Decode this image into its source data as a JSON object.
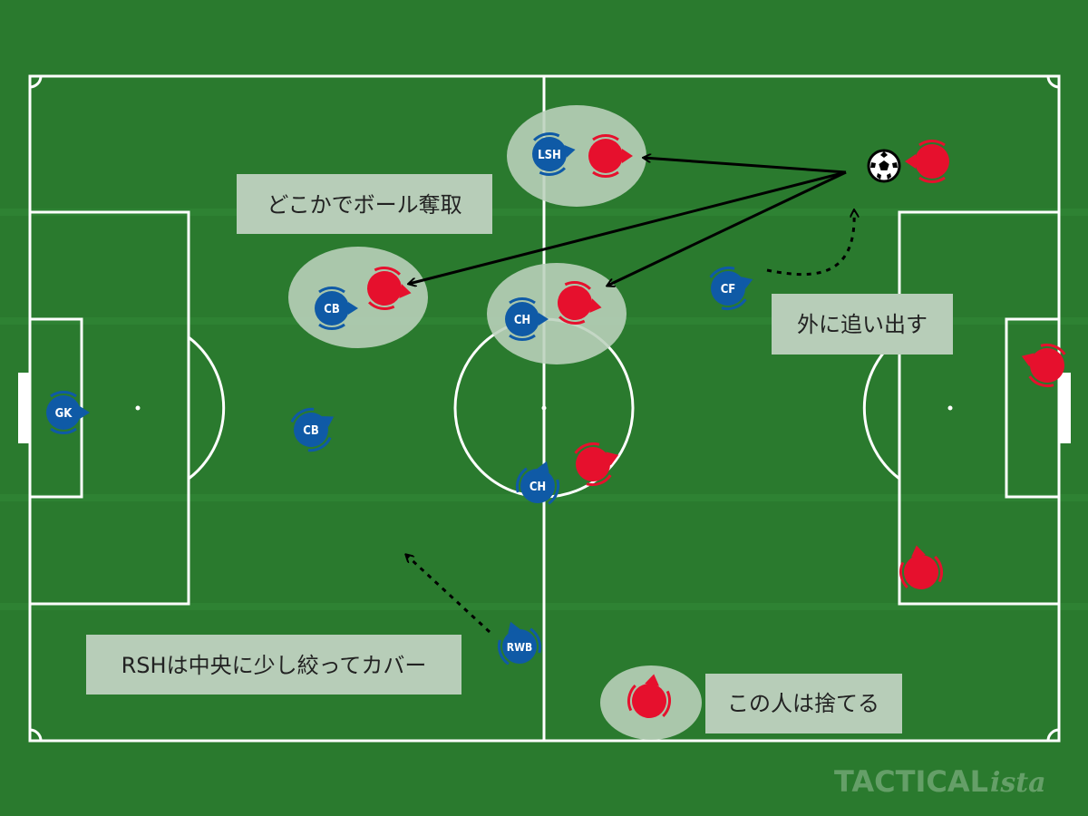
{
  "colors": {
    "grass": "#2a7a2e",
    "stripe": "#2e8233",
    "line": "#ffffff",
    "home": "#0f5aa6",
    "away": "#e6102d",
    "bubble": "#bcd2bd",
    "note_bg": "#b7cdb8"
  },
  "notes": {
    "win_ball": "どこかでボール奪取",
    "force_out": "外に追い出す",
    "rsh_cover": "RSHは中央に少し絞ってカバー",
    "ignore": "この人は捨てる"
  },
  "home_players": {
    "lsh": "LSH",
    "cb_top": "CB",
    "ch_top": "CH",
    "cf": "CF",
    "gk": "GK",
    "cb_bottom": "CB",
    "ch_bottom": "CH",
    "rwb": "RWB"
  },
  "icons": {
    "ball": "soccer-ball-icon"
  },
  "watermark": {
    "brand": "TACTICAL",
    "brand_suffix": "ista"
  }
}
